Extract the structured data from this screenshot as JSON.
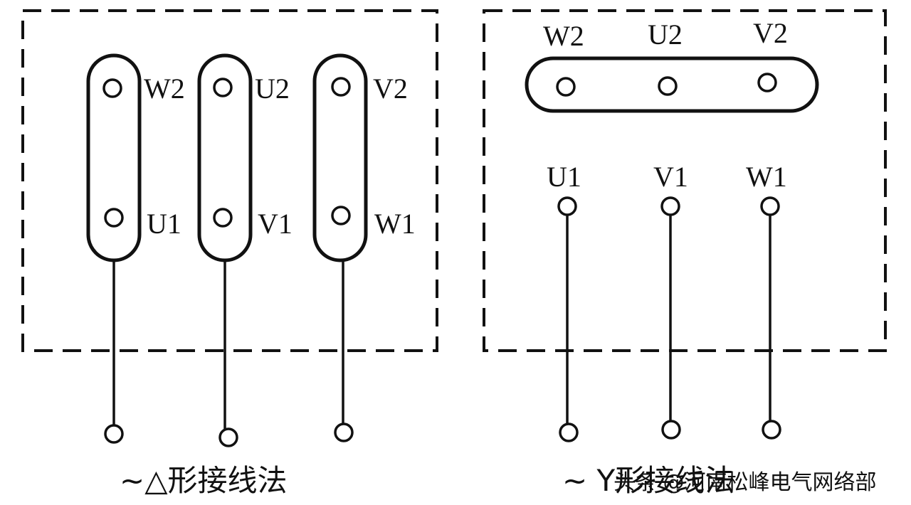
{
  "delta": {
    "caption": "~△形接线法",
    "top_labels": [
      "W2",
      "U2",
      "V2"
    ],
    "bottom_labels": [
      "U1",
      "V1",
      "W1"
    ]
  },
  "star": {
    "caption": "~ Y形接线法",
    "top_labels": [
      "W2",
      "U2",
      "V2"
    ],
    "bottom_labels": [
      "U1",
      "V1",
      "W1"
    ]
  },
  "watermark": "头条 @河南松峰电气网络部",
  "colors": {
    "ink": "#111111",
    "background": "#ffffff"
  }
}
